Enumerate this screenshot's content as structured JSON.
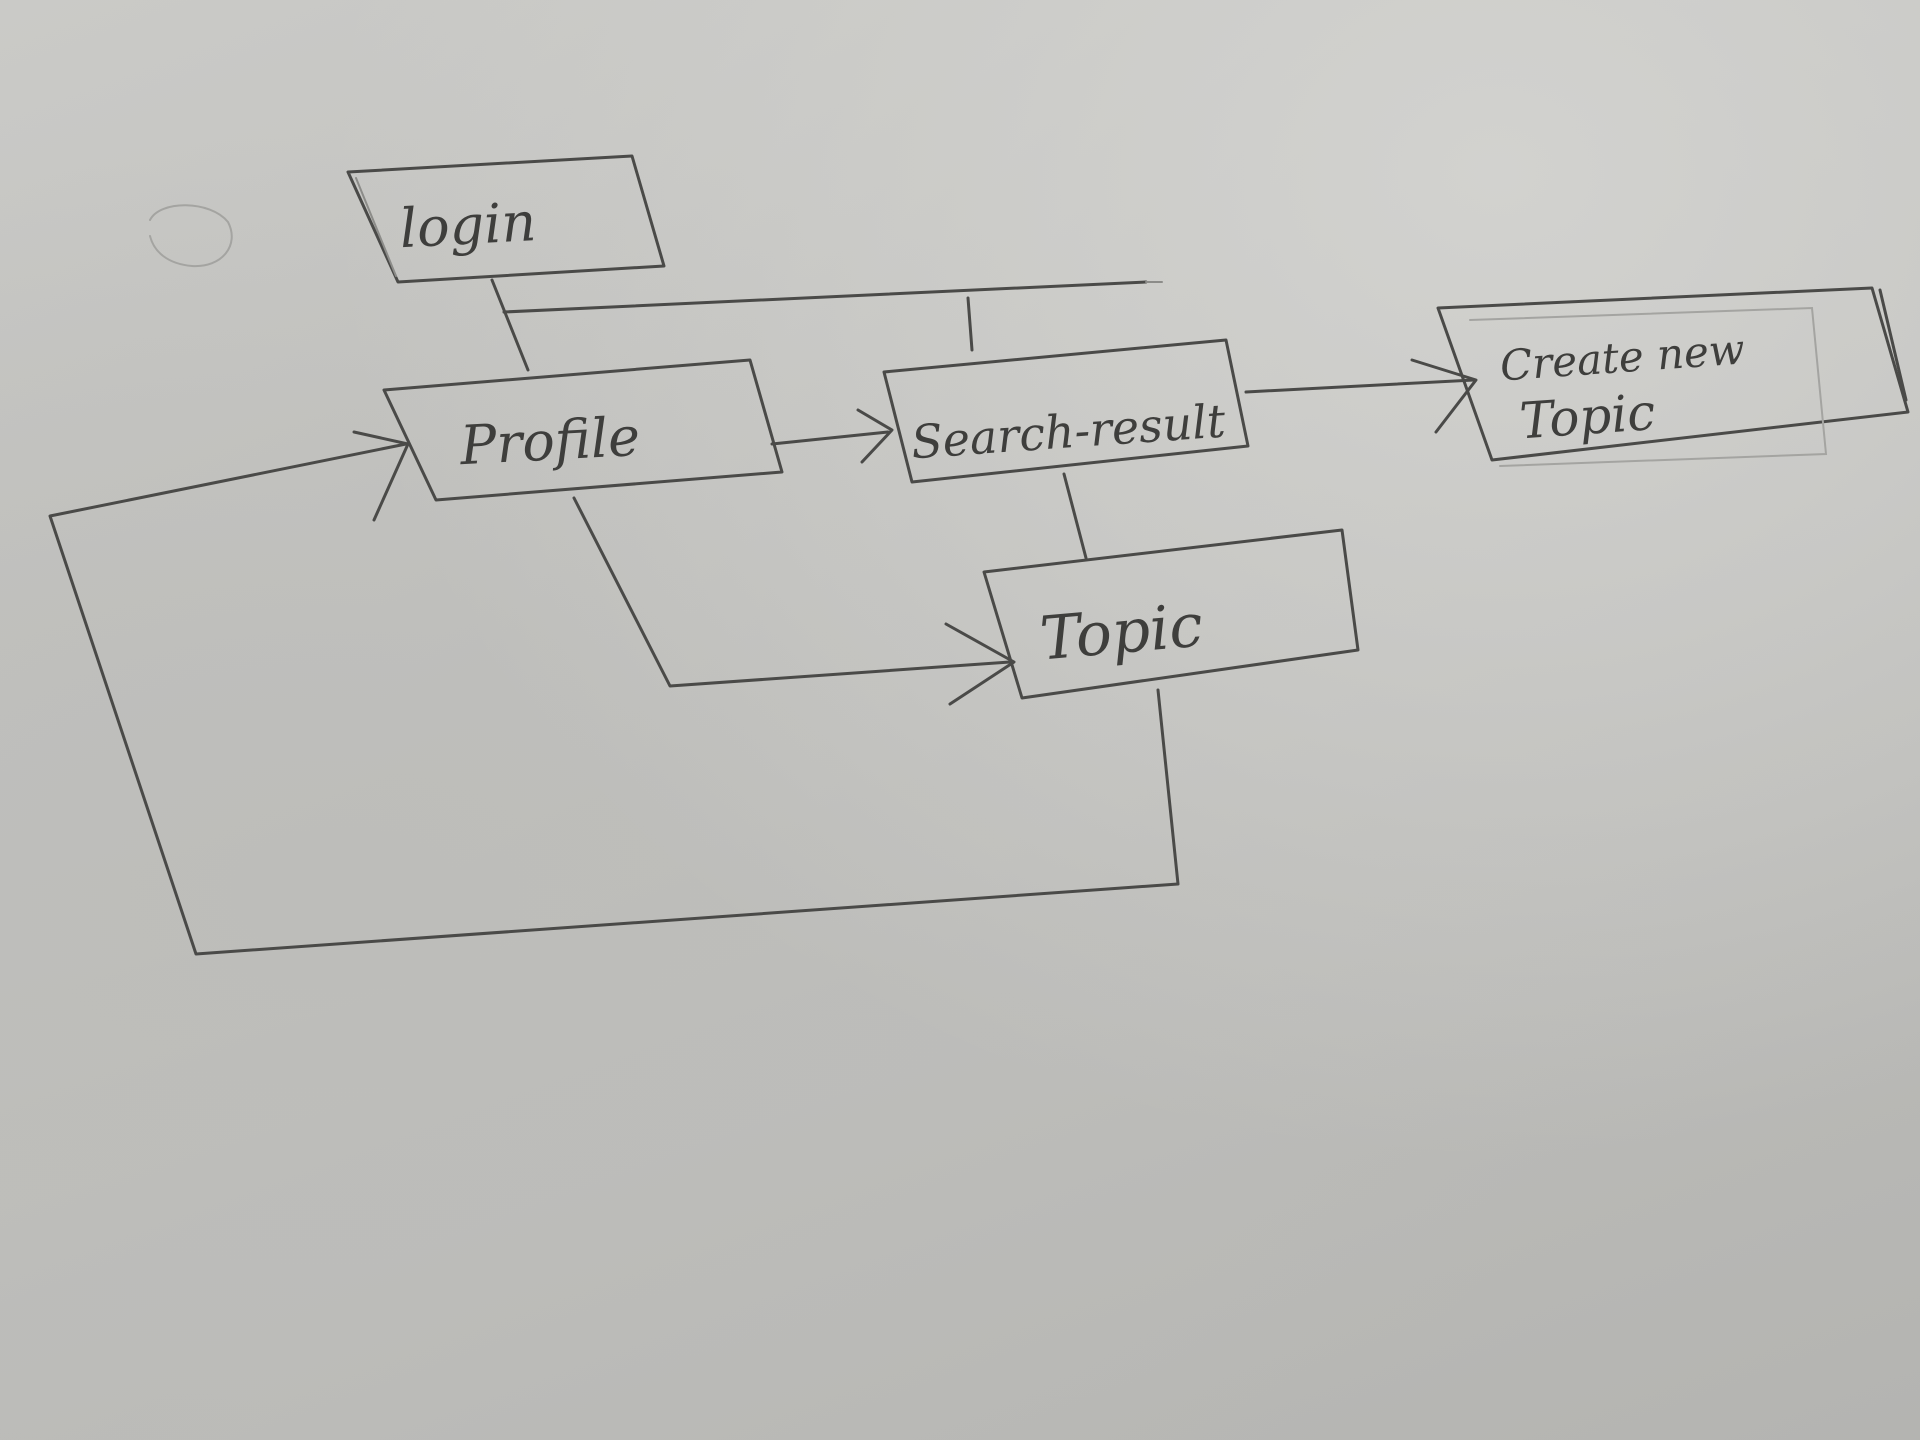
{
  "diagram": {
    "nodes": [
      {
        "id": "login",
        "label": "login"
      },
      {
        "id": "profile",
        "label": "Profile"
      },
      {
        "id": "search",
        "label": "Search-result"
      },
      {
        "id": "create",
        "label_line1": "Create new",
        "label_line2": "Topic"
      },
      {
        "id": "topic",
        "label": "Topic"
      }
    ],
    "edges": [
      {
        "from": "login",
        "to": "profile",
        "arrow": false
      },
      {
        "from": "login",
        "to": "search",
        "arrow": false
      },
      {
        "from": "profile",
        "to": "search",
        "arrow": true
      },
      {
        "from": "search",
        "to": "create",
        "arrow": true
      },
      {
        "from": "search",
        "to": "topic",
        "arrow": false
      },
      {
        "from": "profile",
        "to": "topic",
        "arrow": true
      },
      {
        "from": "topic",
        "to": "profile",
        "arrow": true
      }
    ],
    "ink_color": "#4a4a48",
    "paper_color": "#c4c4c1"
  }
}
